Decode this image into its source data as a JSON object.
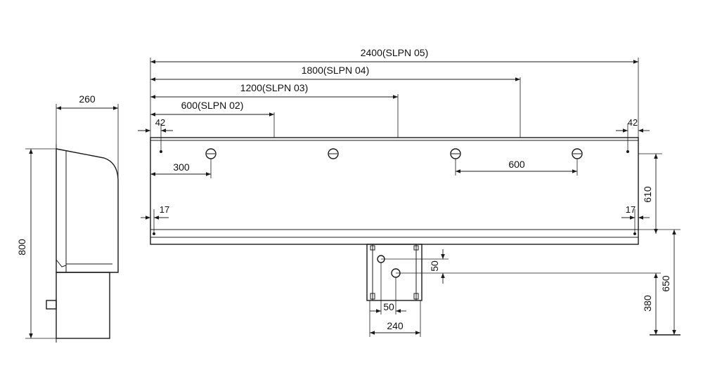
{
  "dimensions": {
    "side_width": "260",
    "side_height": "800",
    "len_2400": "2400(SLPN 05)",
    "len_1800": "1800(SLPN 04)",
    "len_1200": "1200(SLPN 03)",
    "len_600": "600(SLPN 02)",
    "end_offset_left": "42",
    "end_offset_right": "42",
    "first_hole": "300",
    "hole_pitch": "600",
    "bottom_offset_left": "17",
    "bottom_offset_right": "17",
    "body_height": "610",
    "hole_vertical": "50",
    "hole_horizontal": "50",
    "bracket_width": "240",
    "mount_height_low": "380",
    "mount_height_high": "650"
  }
}
